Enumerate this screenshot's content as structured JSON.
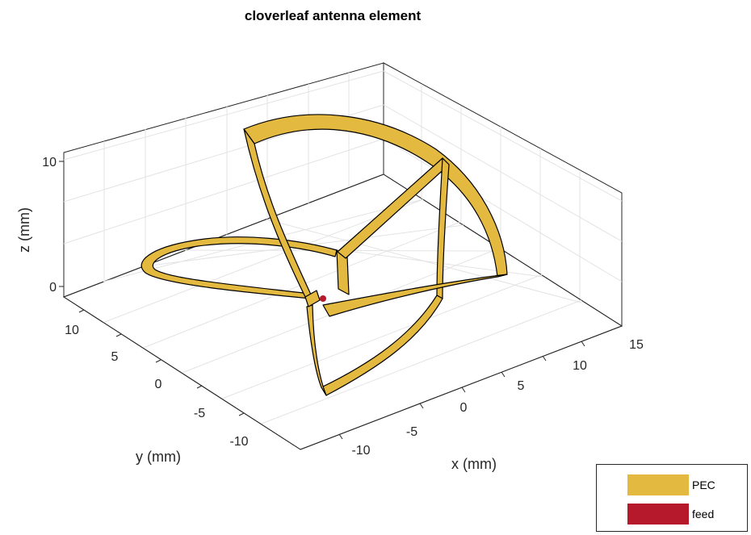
{
  "title": "cloverleaf antenna element",
  "axes": {
    "xlabel": "x (mm)",
    "ylabel": "y (mm)",
    "zlabel": "z (mm)",
    "xticks": [
      "-10",
      "-5",
      "0",
      "5",
      "10",
      "15"
    ],
    "yticks": [
      "10",
      "5",
      "0",
      "-5",
      "-10"
    ],
    "zticks": [
      "10",
      "0"
    ],
    "grid": true
  },
  "legend": {
    "placement": "bottom-right",
    "entries": [
      {
        "label": "PEC",
        "color": "#E3B93F"
      },
      {
        "label": "feed",
        "color": "#B6192C"
      }
    ]
  },
  "colors": {
    "metal_fill": "#E3B93F",
    "metal_edge": "#000000",
    "feed": "#B6192C",
    "grid": "#e3e3e3",
    "axis": "#262626"
  }
}
